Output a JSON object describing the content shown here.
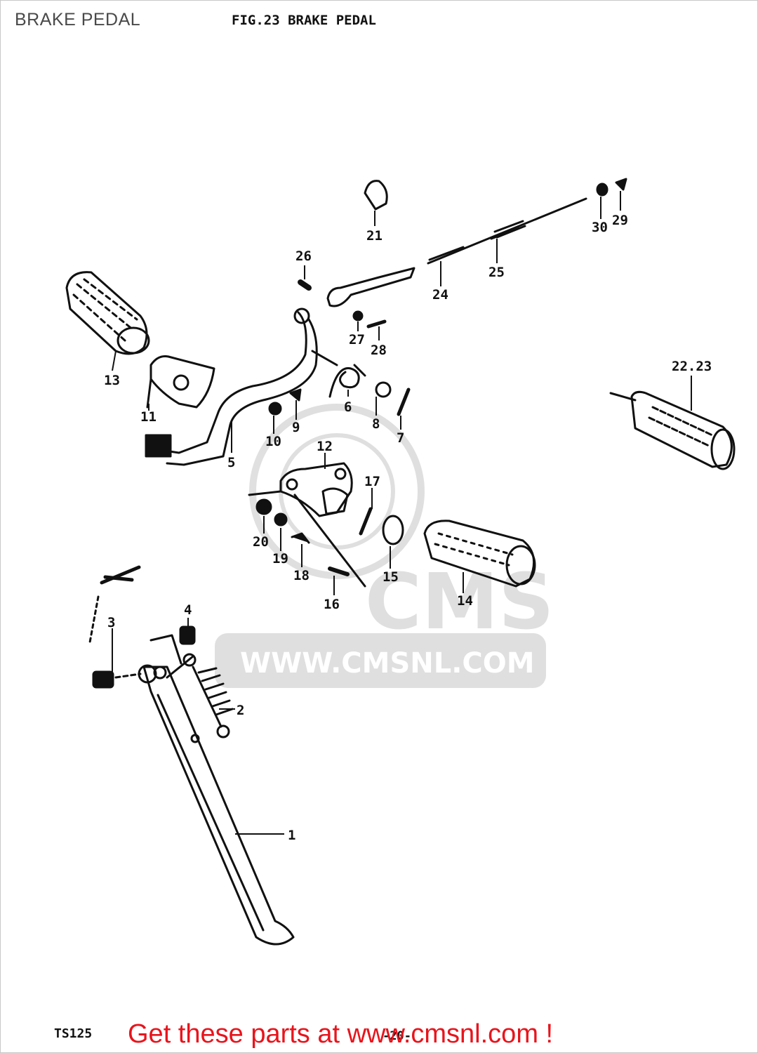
{
  "page": {
    "title": "BRAKE PEDAL"
  },
  "figure": {
    "caption": "FIG.23  BRAKE PEDAL",
    "model": "TS125",
    "page_number": "-20-"
  },
  "watermark": {
    "text": "WWW.CMSNL.COM",
    "logo": "CMS"
  },
  "cta": {
    "text": "Get these parts at www.cmsnl.com !",
    "color": "#e8141c"
  },
  "callouts": [
    "1",
    "2",
    "3",
    "4",
    "5",
    "6",
    "7",
    "8",
    "9",
    "10",
    "11",
    "12",
    "13",
    "14",
    "15",
    "16",
    "17",
    "18",
    "19",
    "20",
    "21",
    "22.23",
    "24",
    "25",
    "26",
    "27",
    "28",
    "29",
    "30"
  ]
}
